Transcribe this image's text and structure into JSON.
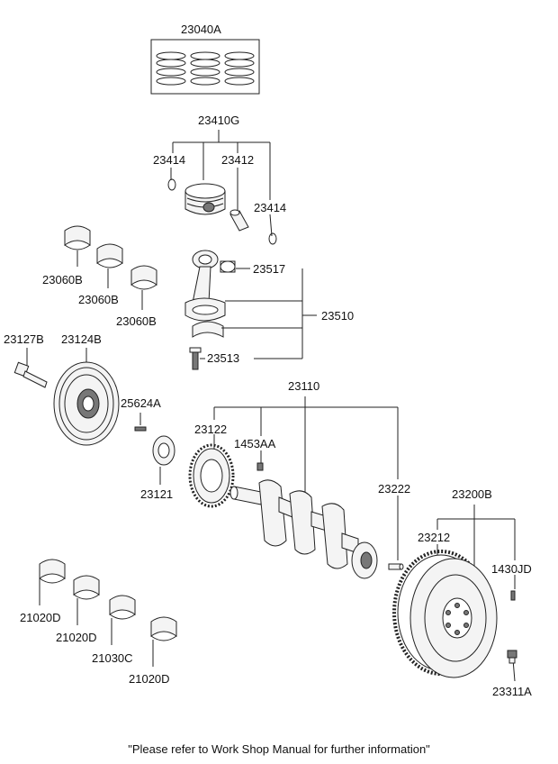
{
  "labels": {
    "l23040A": "23040A",
    "l23410G": "23410G",
    "l23414a": "23414",
    "l23412": "23412",
    "l23414b": "23414",
    "l23060B_1": "23060B",
    "l23060B_2": "23060B",
    "l23060B_3": "23060B",
    "l23517": "23517",
    "l23510": "23510",
    "l23513": "23513",
    "l23127B": "23127B",
    "l23124B": "23124B",
    "l25624A": "25624A",
    "l23121": "23121",
    "l23110": "23110",
    "l23122": "23122",
    "l1453AA": "1453AA",
    "l23222": "23222",
    "l23200B": "23200B",
    "l23212": "23212",
    "l1430JD": "1430JD",
    "l23311A": "23311A",
    "l21020D_1": "21020D",
    "l21020D_2": "21020D",
    "l21030C": "21030C",
    "l21020D_3": "21020D"
  },
  "footer": "\"Please refer to Work Shop Manual for further information\""
}
